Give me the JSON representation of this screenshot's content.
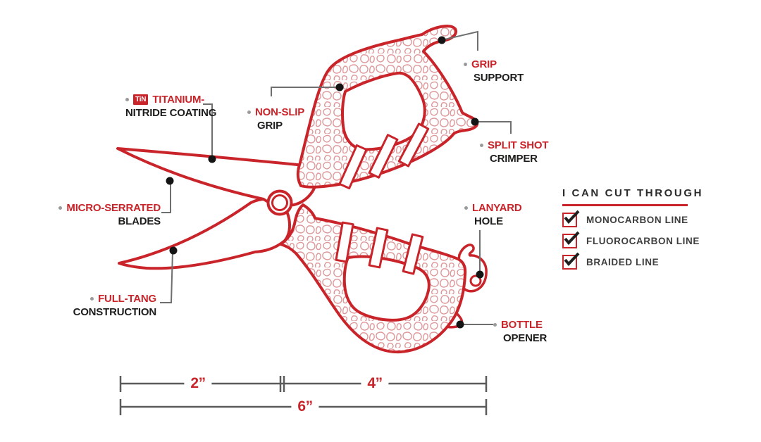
{
  "colors": {
    "red": "#c9242a",
    "pebble": "#de989a",
    "black_text": "#1d1d1b",
    "item_text": "#3e3e3d",
    "leader_gray": "#6f6f6f",
    "dimension_gray": "#5b5b5b"
  },
  "labels": {
    "titanium": {
      "badge": "TiN",
      "feature": "TITANIUM-",
      "rest": "NITRIDE COATING"
    },
    "non_slip": {
      "feature": "NON-SLIP",
      "rest": "GRIP"
    },
    "grip_support": {
      "feature": "GRIP",
      "rest": "SUPPORT"
    },
    "split_shot": {
      "feature": "SPLIT SHOT",
      "rest": "CRIMPER"
    },
    "micro_serrated": {
      "feature": "MICRO-SERRATED",
      "rest": "BLADES"
    },
    "full_tang": {
      "feature": "FULL-TANG",
      "rest": "CONSTRUCTION"
    },
    "lanyard": {
      "feature": "LANYARD",
      "rest": "HOLE"
    },
    "bottle": {
      "feature": "BOTTLE",
      "rest": "OPENER"
    }
  },
  "cut_through": {
    "title": "I CAN CUT THROUGH",
    "items": [
      {
        "label": "MONOCARBON LINE",
        "checked": true
      },
      {
        "label": "FLUOROCARBON LINE",
        "checked": true
      },
      {
        "label": "BRAIDED LINE",
        "checked": true
      }
    ]
  },
  "dimensions": {
    "blade_length": "2”",
    "handle_length": "4”",
    "total_length": "6”"
  }
}
